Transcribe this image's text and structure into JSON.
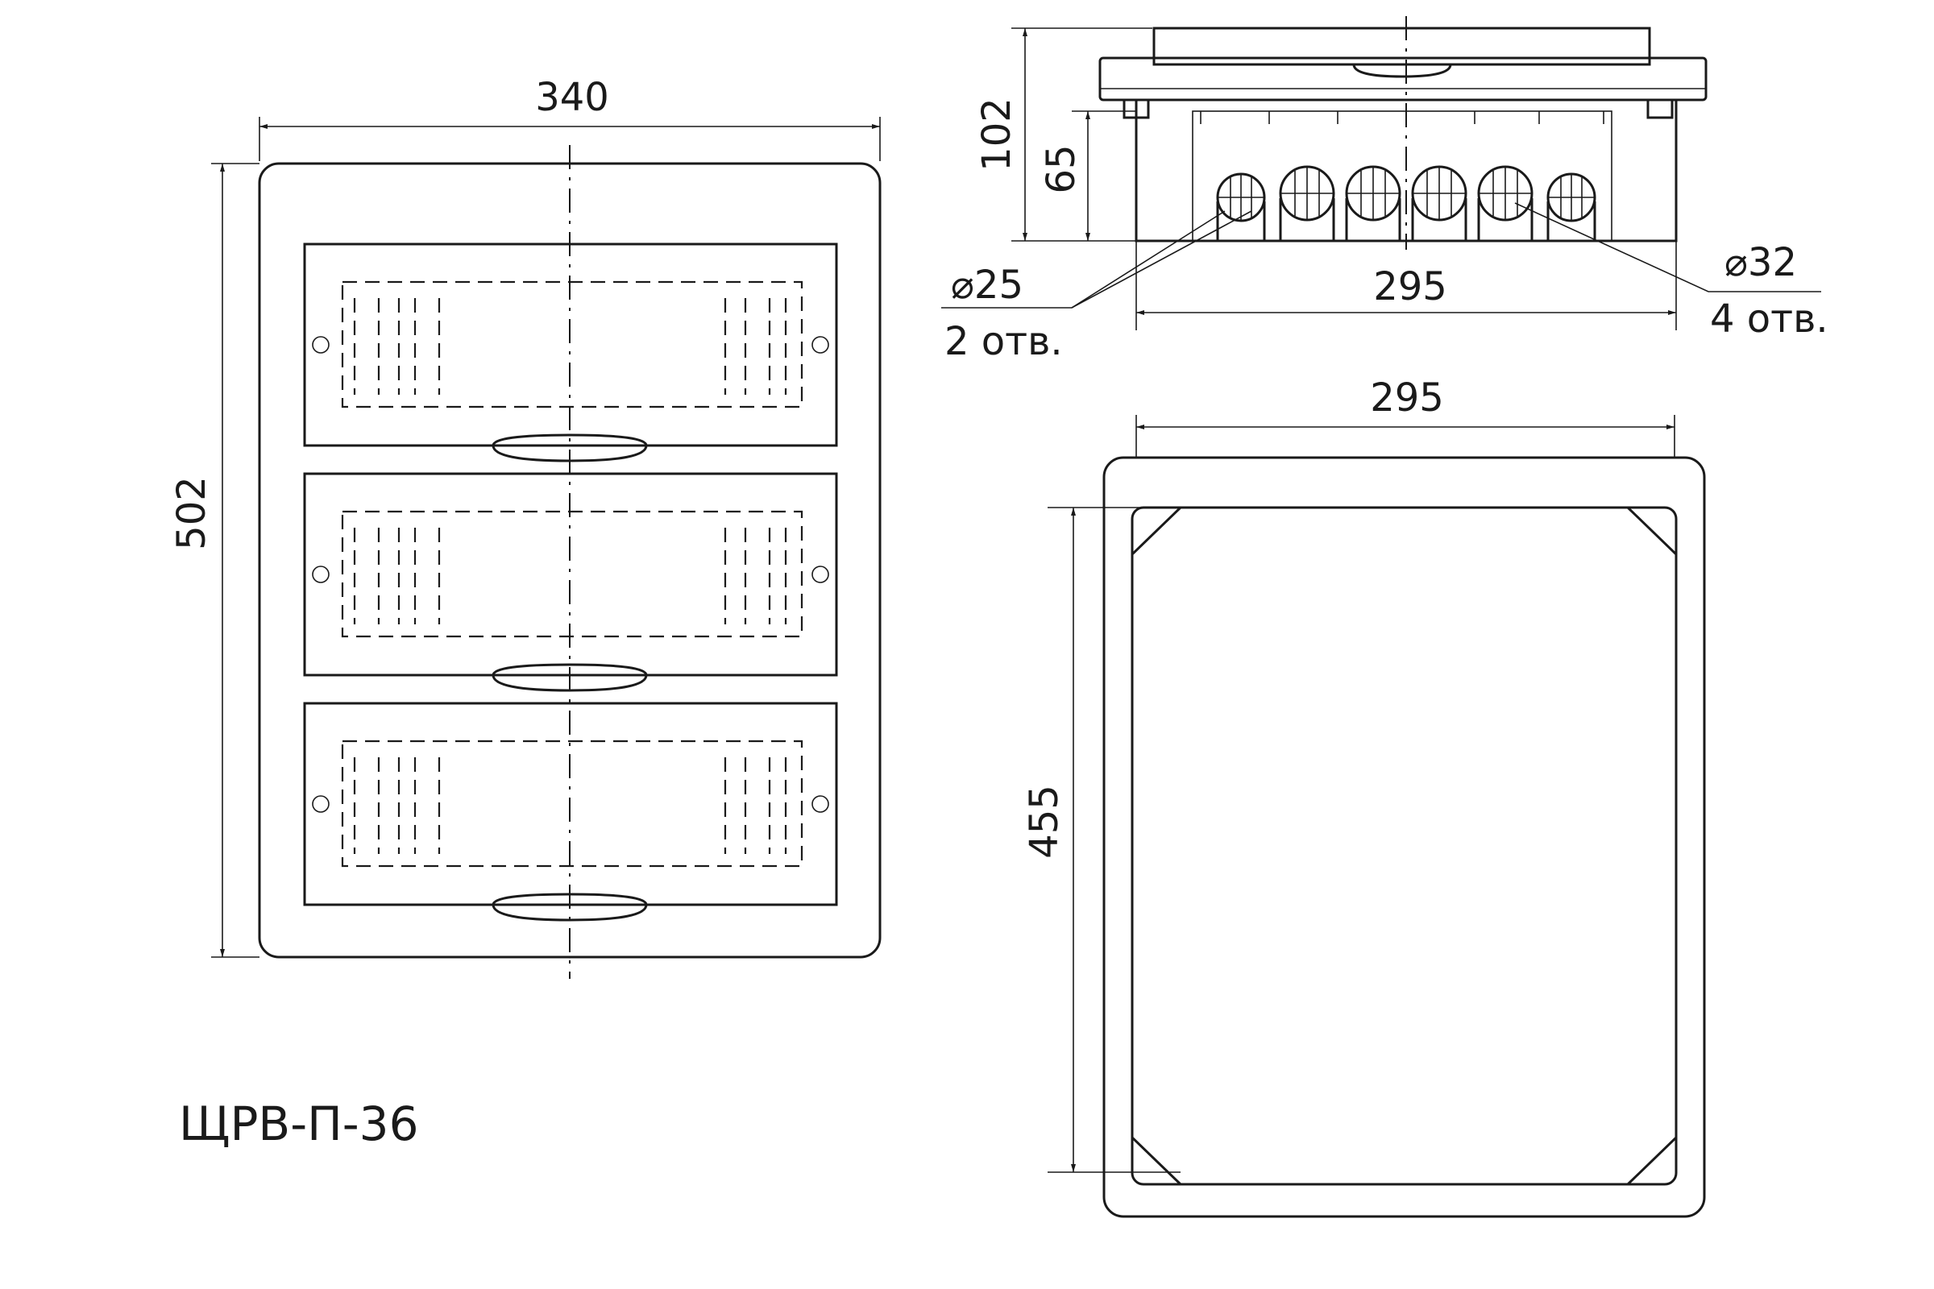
{
  "front_view": {
    "width_label": "340",
    "height_label": "502"
  },
  "side_view": {
    "total_depth_label": "102",
    "box_depth_label": "65",
    "width_label": "295",
    "hole_small": {
      "diameter": "⌀25",
      "count": "2 отв."
    },
    "hole_large": {
      "diameter": "⌀32",
      "count": "4 отв."
    }
  },
  "back_view": {
    "width_label": "295",
    "height_label": "455"
  },
  "model_label": "ЩРВ-П-36"
}
